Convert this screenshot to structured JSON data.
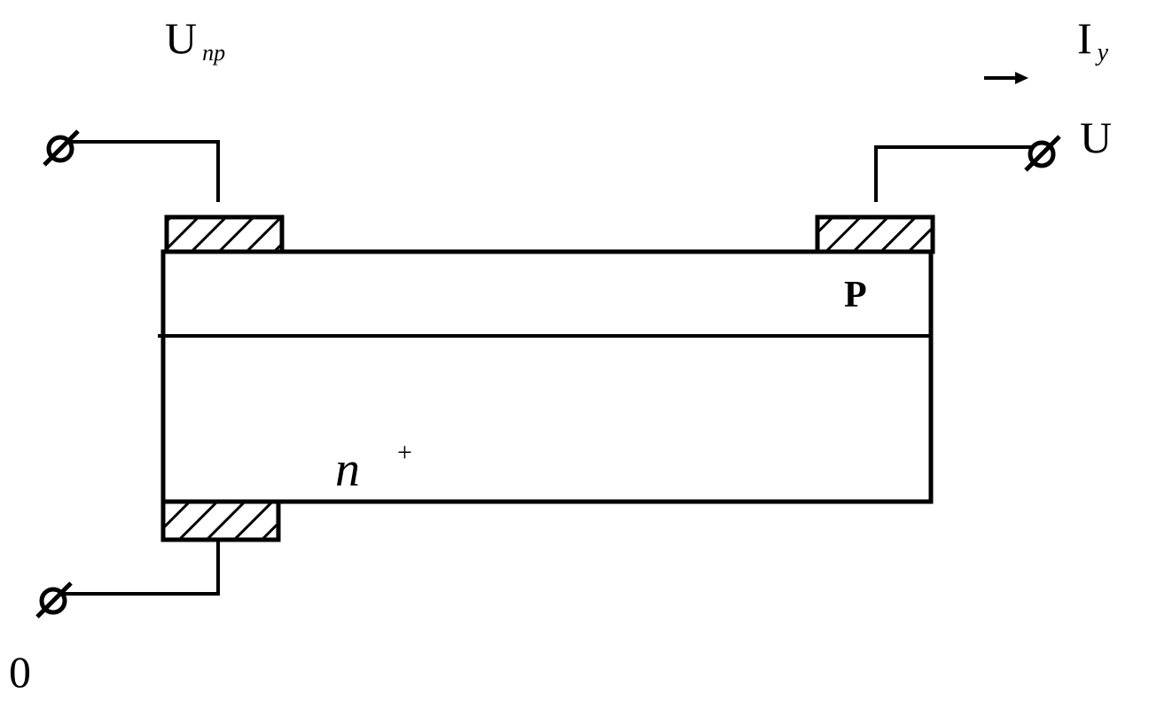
{
  "labels": {
    "u_pr_main": "U",
    "u_pr_sub": "пр",
    "i_y_main": "I",
    "i_y_sub": "у",
    "u_out": "U",
    "zero": "0",
    "p_region": "P",
    "n_region": "n",
    "n_sup": "+"
  },
  "colors": {
    "ink": "#000000",
    "background": "#ffffff"
  },
  "icons": {
    "terminals": "terminal-circle-icon",
    "arrow": "current-arrow-icon"
  }
}
